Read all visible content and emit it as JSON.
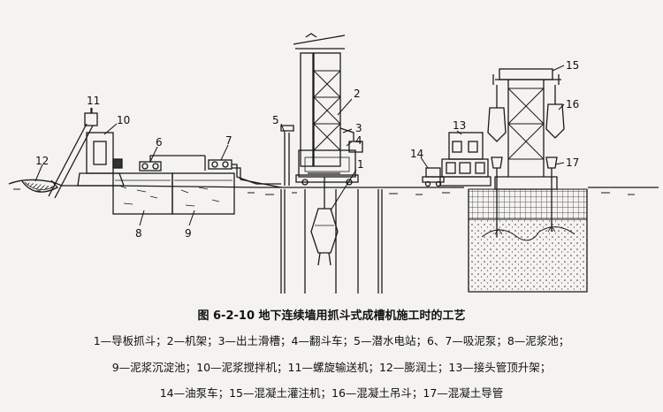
{
  "figure": {
    "title": "图 6-2-10   地下连续墙用抓斗式成槽机施工时的工艺",
    "legend_lines": [
      "1—导板抓斗；2—机架；3—出土滑槽；4—翻斗车；5—潜水电站；6、7—吸泥泵；8—泥浆池；",
      "9—泥浆沉淀池；10—泥浆搅拌机；11—螺旋输送机；12—膨润土；13—接头管顶升架；",
      "14—油泵车；15—混凝土灌注机；16—混凝土吊斗；17—混凝土导管"
    ]
  },
  "callouts": {
    "c1": "1",
    "c2": "2",
    "c3": "3",
    "c4": "4",
    "c5": "5",
    "c6": "6",
    "c7": "7",
    "c8": "8",
    "c9": "9",
    "c10": "10",
    "c11": "11",
    "c12": "12",
    "c13": "13",
    "c14": "14",
    "c15": "15",
    "c16": "16",
    "c17": "17"
  }
}
